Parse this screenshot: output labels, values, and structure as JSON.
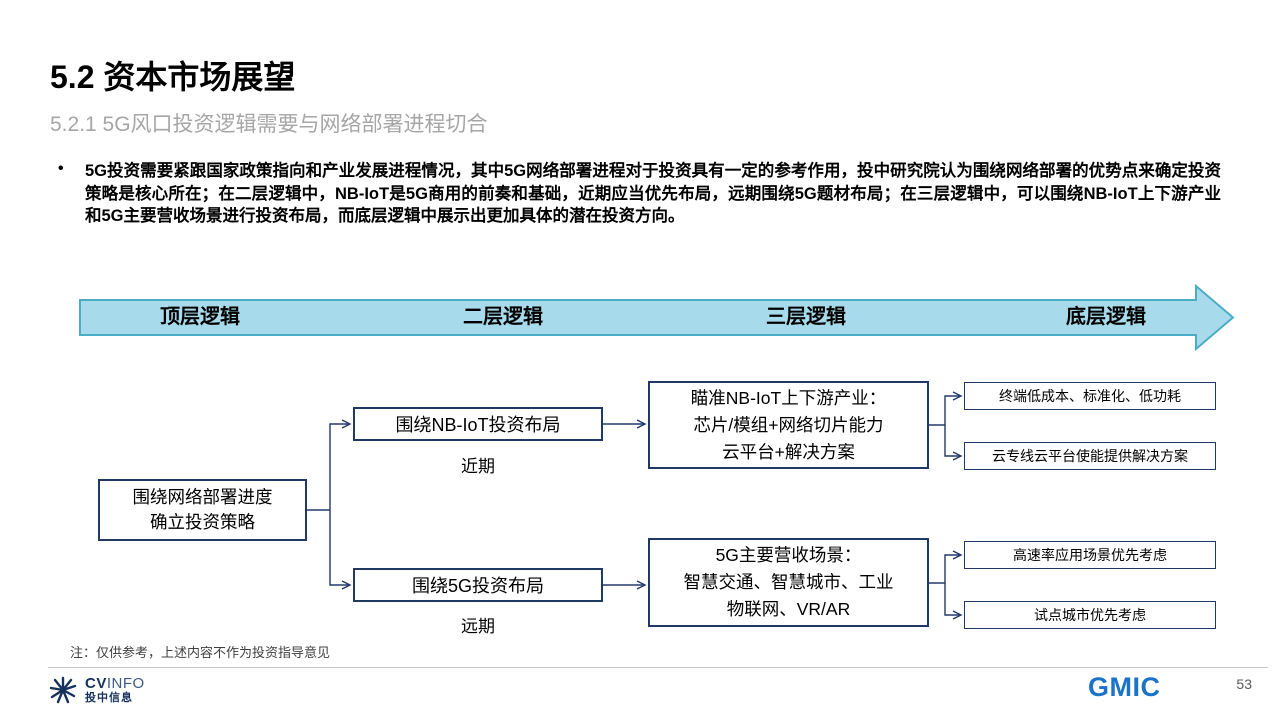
{
  "header": {
    "title": "5.2 资本市场展望",
    "subtitle": "5.2.1 5G风口投资逻辑需要与网络部署进程切合"
  },
  "body": {
    "bullet": "5G投资需要紧跟国家政策指向和产业发展进程情况，其中5G网络部署进程对于投资具有一定的参考作用，投中研究院认为围绕网络部署的优势点来确定投资策略是核心所在；在二层逻辑中，NB-IoT是5G商用的前奏和基础，近期应当优先布局，远期围绕5G题材布局；在三层逻辑中，可以围绕NB-IoT上下游产业和5G主要营收场景进行投资布局，而底层逻辑中展示出更加具体的潜在投资方向。",
    "note": "注：仅供参考，上述内容不作为投资指导意见"
  },
  "banner": {
    "labels": [
      "顶层逻辑",
      "二层逻辑",
      "三层逻辑",
      "底层逻辑"
    ],
    "fill": "#A7DBEB",
    "border": "#4BACC6"
  },
  "diagram": {
    "root": "围绕网络部署进度\n确立投资策略",
    "near_box": "围绕NB-IoT投资布局",
    "near_caption": "近期",
    "far_box": "围绕5G投资布局",
    "far_caption": "远期",
    "nbiot_detail": "瞄准NB-IoT上下游产业：\n芯片/模组+网络切片能力\n云平台+解决方案",
    "fiveg_detail": "5G主要营收场景：\n智慧交通、智慧城市、工业\n物联网、VR/AR",
    "leaf_terminal": "终端低成本、标准化、低功耗",
    "leaf_cloud": "云专线云平台使能提供解决方案",
    "leaf_highspeed": "高速率应用场景优先考虑",
    "leaf_pilot": "试点城市优先考虑",
    "line_color": "#24386B",
    "box_border": "#1F3864"
  },
  "footer": {
    "brand_cv": "CV",
    "brand_info": "INFO",
    "brand_cn": "投中信息",
    "gmic": "GMIC",
    "page_number": "53",
    "brand_color": "#16325C",
    "gmic_color": "#1A73C8"
  }
}
